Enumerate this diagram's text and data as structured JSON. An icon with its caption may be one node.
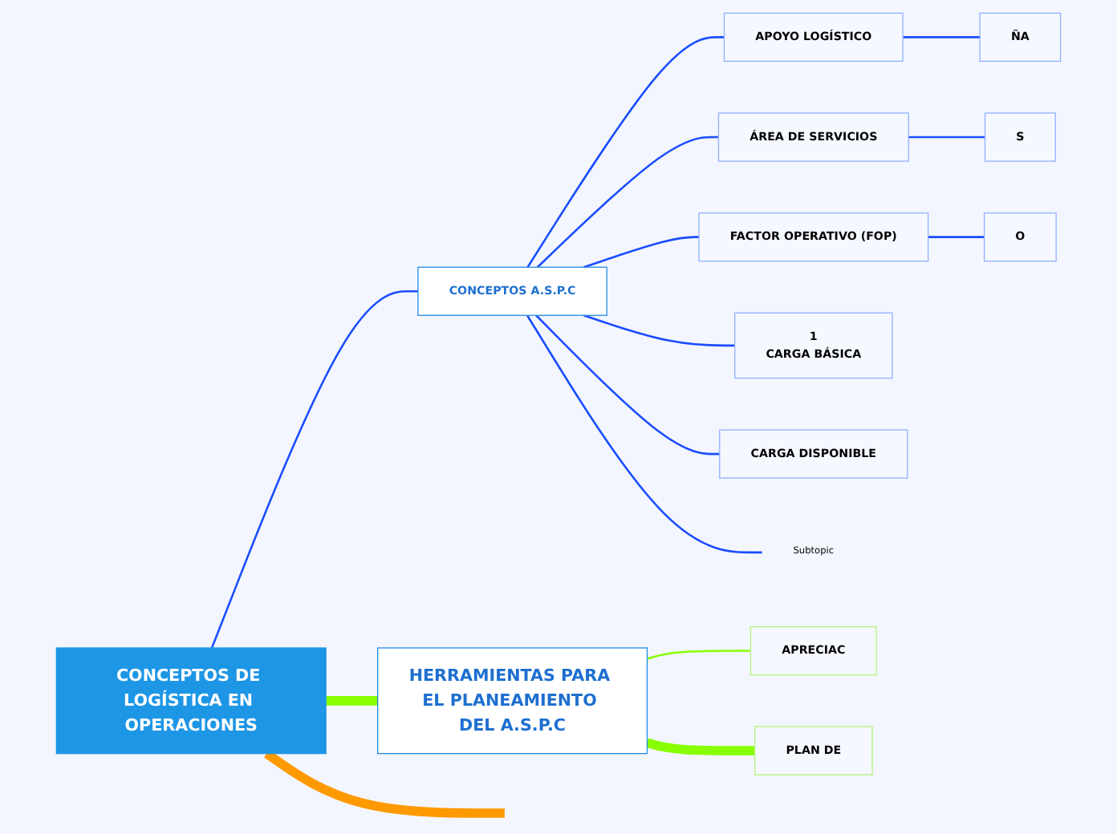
{
  "diagram": {
    "nodes": [
      {
        "text": [
          "CONCEPTOS DE LOGÍSTICA EN OPERACIONES"
        ]
      },
      {
        "text": [
          "CONCEPTOS A.S.P.C"
        ]
      },
      {
        "text": [
          "APOYO LOGÍSTICO"
        ]
      },
      {
        "text": [
          "ÁREA DE SERVICIOS"
        ]
      },
      {
        "text": [
          "FACTOR OPERATIVO (FOP)"
        ]
      },
      {
        "text": [
          "1",
          "CARGA BÁSICA"
        ]
      },
      {
        "text": [
          "CARGA DISPONIBLE"
        ]
      },
      {
        "text": [
          "Subtopic"
        ]
      },
      {
        "text": [
          "ÑA"
        ]
      },
      {
        "text": [
          "S"
        ]
      },
      {
        "text": [
          "O"
        ]
      },
      {
        "text": [
          "HERRAMIENTAS PARA EL PLANEAMIENTO DEL A.S.P.C"
        ]
      },
      {
        "text": [
          "APRECIAC"
        ]
      },
      {
        "text": [
          "PLAN DE"
        ]
      }
    ],
    "edges": [
      {
        "from": 0,
        "to": 1,
        "arrow": "none"
      },
      {
        "from": 1,
        "to": 2,
        "arrow": "none"
      },
      {
        "from": 1,
        "to": 3,
        "arrow": "none"
      },
      {
        "from": 1,
        "to": 4,
        "arrow": "none"
      },
      {
        "from": 1,
        "to": 5,
        "arrow": "none"
      },
      {
        "from": 1,
        "to": 6,
        "arrow": "none"
      },
      {
        "from": 1,
        "to": 7,
        "arrow": "none"
      },
      {
        "from": 2,
        "to": 8,
        "arrow": "none"
      },
      {
        "from": 3,
        "to": 9,
        "arrow": "none"
      },
      {
        "from": 4,
        "to": 10,
        "arrow": "none"
      },
      {
        "from": 0,
        "to": 11,
        "arrow": "none",
        "style": "thick",
        "color": "#88ff00"
      },
      {
        "from": 11,
        "to": 12,
        "arrow": "none",
        "color": "#88ff00"
      },
      {
        "from": 11,
        "to": 13,
        "arrow": "none",
        "style": "thick",
        "color": "#88ff00"
      },
      {
        "from": 0,
        "to": null,
        "arrow": "none",
        "style": "thick",
        "color": "#ff9900"
      }
    ]
  }
}
